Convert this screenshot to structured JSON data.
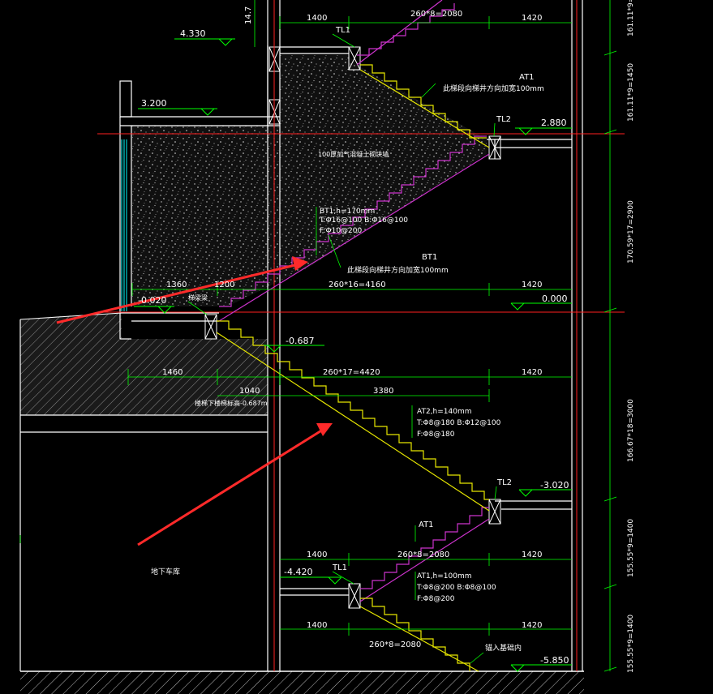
{
  "colors": {
    "background": "#000000",
    "dimension": "#00ff00",
    "stair_magenta": "#cc33cc",
    "stair_yellow": "#e6e600",
    "structure": "#ffffff",
    "grid_red": "#ff2020",
    "arrow_red": "#ff2a2a",
    "glass_cyan": "#00ffff",
    "text": "#ffffff"
  },
  "elevations": {
    "e4330": "4.330",
    "e3200": "3.200",
    "e2880": "2.880",
    "e0000": "0.000",
    "em0020": "-0.020",
    "em0687": "-0.687",
    "em3020": "-3.020",
    "em4420": "-4.420",
    "em5850": "-5.850"
  },
  "dimensions": {
    "d1400_top": "1400",
    "d260x8_top": "260*8=2080",
    "d1420_top": "1420",
    "d1360": "1360",
    "d1200": "1200",
    "d260x16": "260*16=4160",
    "d1420_mid": "1420",
    "d1460": "1460",
    "d260x17": "260*17=4420",
    "d1420_mid2": "1420",
    "d1040": "1040",
    "d3380": "3380",
    "d1400_low": "1400",
    "d260x8_low": "260*8=2080",
    "d1420_low": "1420",
    "d1400_bot": "1400",
    "d1420_bot": "1420",
    "d260x8_bot": "260*8=2080",
    "d1472": "14.7"
  },
  "right_dims": {
    "r1": "161.11*9=",
    "r2": "161.11*9=1450",
    "r3": "170.59*17=2900",
    "r4": "166.67*18=3000",
    "r5": "155.55*9=1400",
    "r6": "155.55*9=1400"
  },
  "labels": {
    "tl1_top": "TL1",
    "at1_top": "AT1",
    "note_top": "此梯段向梯井方向加宽100mm",
    "tl2_top": "TL2",
    "wall_note": "100厚加气混凝土砌块墙",
    "bt1_spec1": "BT1,h=170mm",
    "bt1_spec2": "T:Φ16@100 B:Φ16@100",
    "bt1_spec3": "F:Φ10@200",
    "bt1_label": "BT1",
    "note_mid": "此梯段向梯井方向加宽100mm",
    "lintel": "梯梁梁",
    "floor_note": "楼梯下楼梯标高-0.687m",
    "at2_spec1": "AT2,h=140mm",
    "at2_spec2": "T:Φ8@180 B:Φ12@100",
    "at2_spec3": "F:Φ8@180",
    "tl2_mid": "TL2",
    "at1_mid": "AT1",
    "at1_spec1": "AT1,h=100mm",
    "at1_spec2": "T:Φ8@200 B:Φ8@100",
    "at1_spec3": "F:Φ8@200",
    "tl1_low": "TL1",
    "basement": "地下车库",
    "embed": "锚入基础内"
  }
}
